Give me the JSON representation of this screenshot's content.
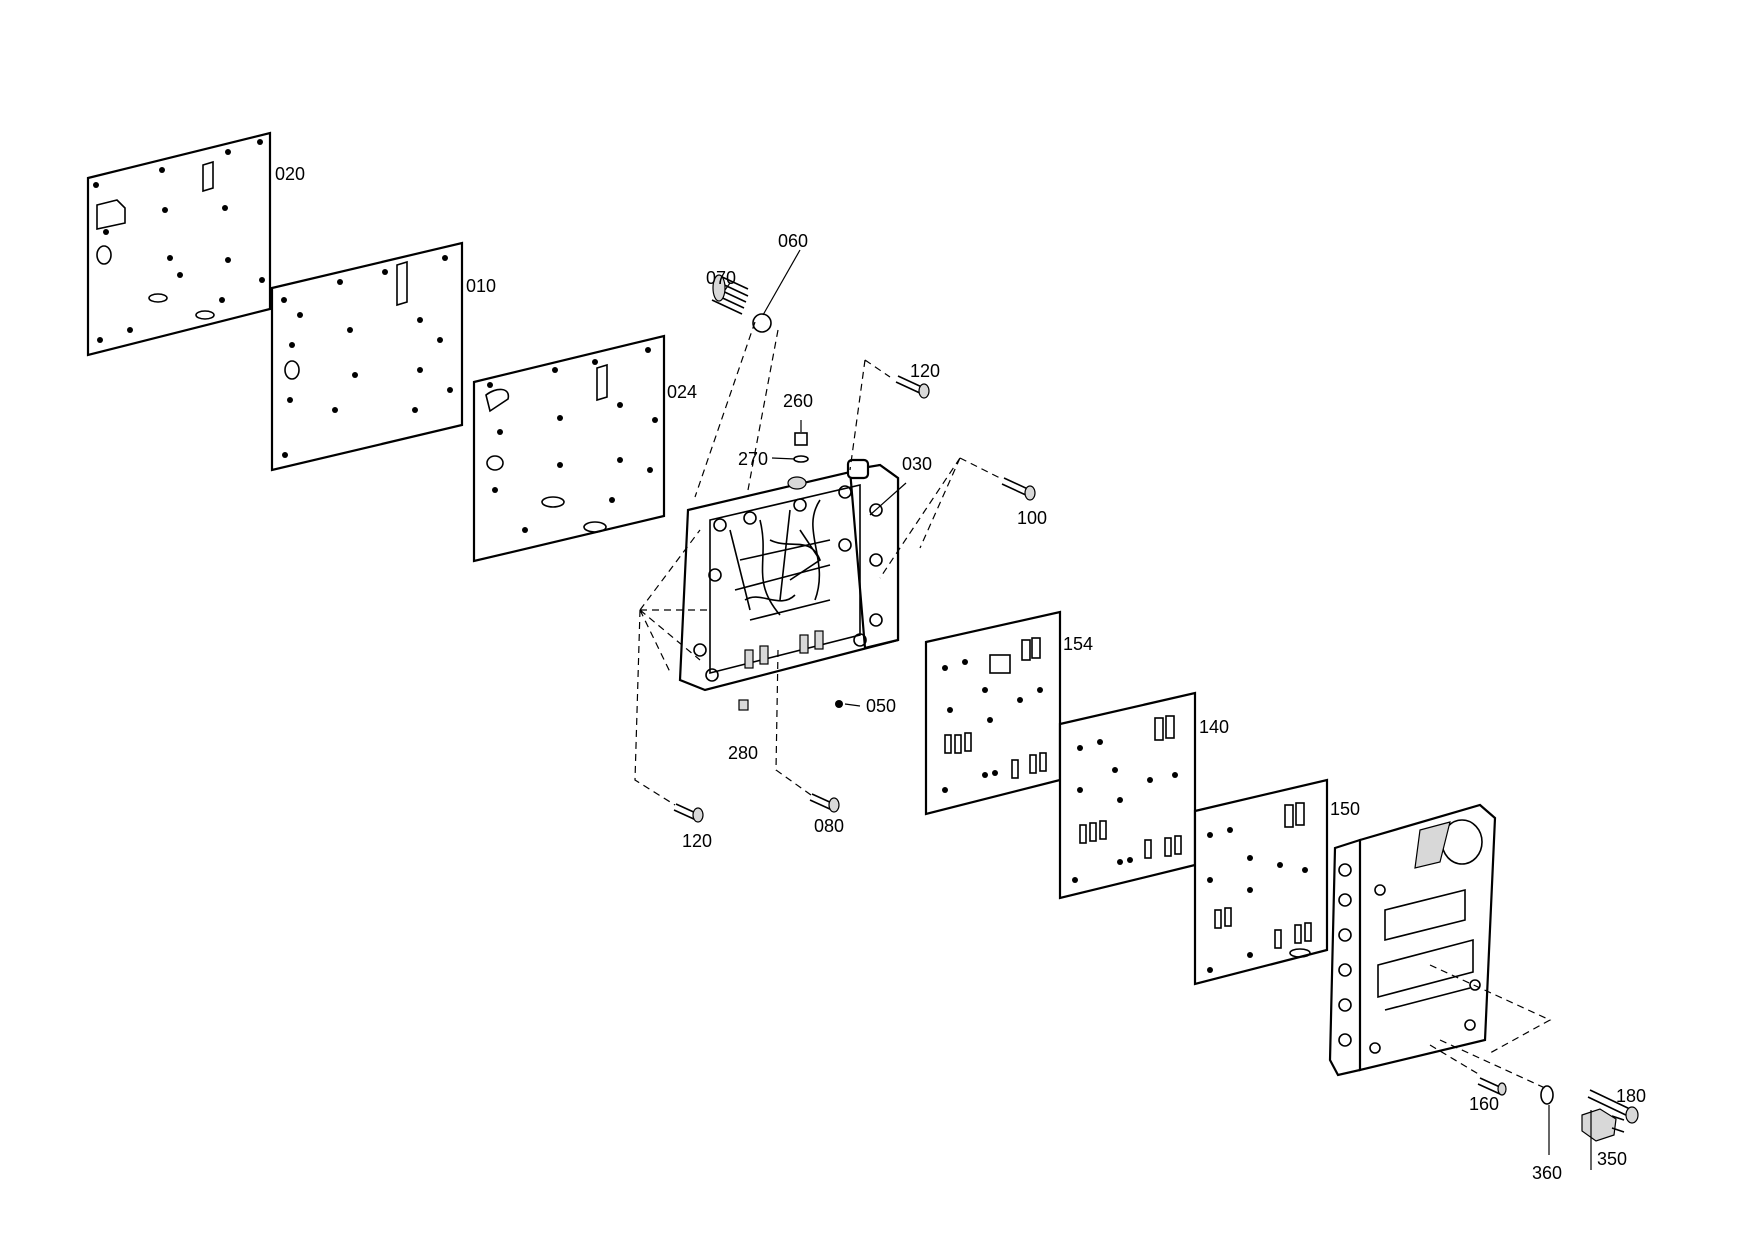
{
  "callouts": {
    "c020": "020",
    "c010": "010",
    "c024": "024",
    "c070": "070",
    "c060": "060",
    "c120a": "120",
    "c260": "260",
    "c270": "270",
    "c030": "030",
    "c100": "100",
    "c154": "154",
    "c050": "050",
    "c280": "280",
    "c140": "140",
    "c120b": "120",
    "c080": "080",
    "c150": "150",
    "c180": "180",
    "c160": "160",
    "c350": "350",
    "c360": "360"
  }
}
